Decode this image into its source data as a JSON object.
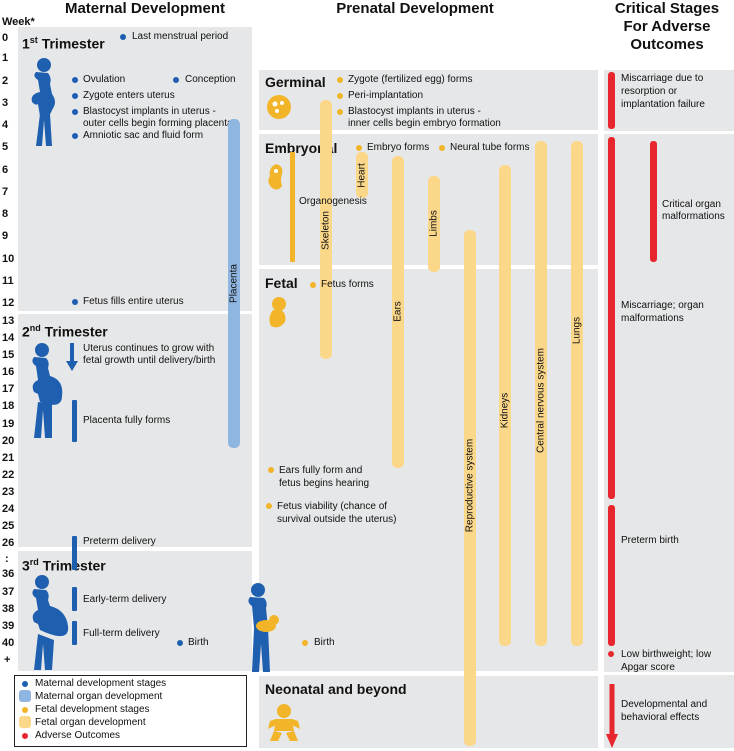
{
  "headers": {
    "week": "Week*",
    "maternal": "Maternal Development",
    "prenatal": "Prenatal Development",
    "critical_l1": "Critical Stages",
    "critical_l2": "For Adverse",
    "critical_l3": "Outcomes"
  },
  "weeks": [
    "0",
    "1",
    "2",
    "3",
    "4",
    "5",
    "6",
    "7",
    "8",
    "9",
    "10",
    "11",
    "12",
    "13",
    "14",
    "15",
    "16",
    "17",
    "18",
    "19",
    "20",
    "21",
    "22",
    "23",
    "24",
    "25",
    "26",
    ":",
    "36",
    "37",
    "38",
    "39",
    "40",
    "+"
  ],
  "trimesters": {
    "first": {
      "num": "1",
      "sup": "st",
      "word": " Trimester"
    },
    "second": {
      "num": "2",
      "sup": "nd",
      "word": " Trimester"
    },
    "third": {
      "num": "3",
      "sup": "rd",
      "word": " Trimester"
    }
  },
  "maternal_events": {
    "lmp": "Last menstrual period",
    "ovulation": "Ovulation",
    "conception": "Conception",
    "zygote_uterus": "Zygote enters uterus",
    "blastocyst_1": "Blastocyst implants in uterus -",
    "blastocyst_2": "outer cells begin forming placenta",
    "amniotic": "Amniotic sac and fluid form",
    "fills_uterus": "Fetus fills entire uterus",
    "uterus_grow_1": "Uterus continues to grow with",
    "uterus_grow_2": "fetal growth until delivery/birth",
    "placenta_forms": "Placenta fully forms",
    "preterm": "Preterm delivery",
    "early_term": "Early-term delivery",
    "full_term": "Full-term delivery",
    "birth": "Birth",
    "placenta_bar": "Placenta"
  },
  "prenatal": {
    "germinal": "Germinal",
    "embryonal": "Embryonal",
    "fetal": "Fetal",
    "neonatal": "Neonatal and beyond",
    "zygote_forms": "Zygote (fertilized egg) forms",
    "peri": "Peri-implantation",
    "blast_1": "Blastocyst implants in uterus -",
    "blast_2": "inner cells begin embryo formation",
    "embryo_forms": "Embryo forms",
    "neural_tube": "Neural tube forms",
    "organogenesis": "Organogenesis",
    "fetus_forms": "Fetus forms",
    "ears_1": "Ears fully form and",
    "ears_2": "fetus begins hearing",
    "viab_1": "Fetus viability (chance of",
    "viab_2": "survival outside the uterus)",
    "birth": "Birth",
    "organs": {
      "heart": "Heart",
      "skeleton": "Skeleton",
      "limbs": "Limbs",
      "ears": "Ears",
      "reproductive": "Reproductive system",
      "kidneys": "Kidneys",
      "cns": "Central nervous system",
      "lungs": "Lungs"
    }
  },
  "adverse": {
    "miscarriage_1": "Miscarriage due to",
    "miscarriage_2": "resorption or",
    "miscarriage_3": "implantation failure",
    "critical_1": "Critical organ",
    "critical_2": "malformations",
    "misc_org_1": "Miscarriage; organ",
    "misc_org_2": "malformations",
    "preterm_birth": "Preterm birth",
    "lbw_1": "Low birthweight; low",
    "lbw_2": "Apgar score",
    "dev_1": "Developmental and",
    "dev_2": "behavioral effects"
  },
  "legend": {
    "maternal_stages": "Maternal development stages",
    "maternal_organ": "Maternal organ development",
    "fetal_stages": "Fetal development stages",
    "fetal_organ": "Fetal organ development",
    "adverse": "Adverse Outcomes"
  },
  "colors": {
    "maternal_blue": "#1f5fb0",
    "placenta_light_blue": "#8fb6e0",
    "fetal_yellow": "#f2b52a",
    "fetal_organ_light": "#fbd78a",
    "adverse_red": "#e8262e",
    "panel_gray": "#e6e7e8"
  }
}
